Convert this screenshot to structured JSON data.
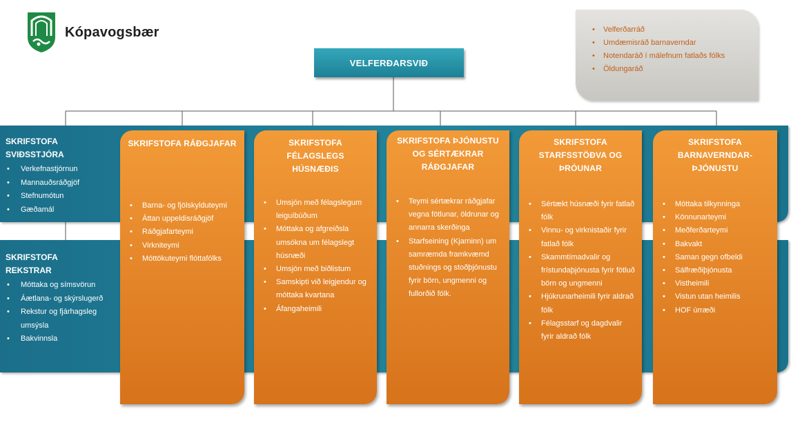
{
  "brand": {
    "name": "Kópavogsbær"
  },
  "councils": {
    "items": [
      "Velferðarráð",
      "Umdæmisráð barnaverndar",
      "Notendaráð í málefnum fatlaðs fólks",
      "Öldungaráð"
    ]
  },
  "top": {
    "label": "VELFERÐARSVIÐ"
  },
  "band1": {
    "title_lines": [
      "SKRIFSTOFA",
      "SVIÐSSTJÓRA"
    ],
    "items": [
      "Verkefnastjórnun",
      "Mannauðsráðgjöf",
      "Stefnumótun",
      "Gæðamál"
    ]
  },
  "band2": {
    "title_lines": [
      "SKRIFSTOFA",
      "REKSTRAR"
    ],
    "items": [
      "Móttaka og símsvörun",
      "Áætlana- og skýrslugerð",
      "Rekstur og fjárhagsleg umsýsla",
      "Bakvinnsla"
    ]
  },
  "columns": [
    {
      "title": "SKRIFSTOFA RÁÐGJAFAR",
      "items": [
        "Barna- og fjölskylduteymi",
        "Áttan uppeldisráðgjöf",
        "Ráðgjafarteymi",
        "Virkniteymi",
        "Móttökuteymi flóttafólks"
      ]
    },
    {
      "title": "SKRIFSTOFA FÉLAGSLEGS HÚSNÆÐIS",
      "items": [
        "Umsjón með félagslegum leiguíbúðum",
        "Móttaka og afgreiðsla umsókna um félagslegt húsnæði",
        "Umsjón með biðlistum",
        "Samskipti við leigjendur og móttaka kvartana",
        "Áfangaheimili"
      ]
    },
    {
      "title": "SKRIFSTOFA ÞJÓNUSTU OG SÉRTÆKRAR RÁÐGJAFAR",
      "items": [
        "Teymi sértækrar ráðgjafar vegna fötlunar, öldrunar og annarra  skerðinga",
        "Starfseining (Kjarninn) um samræmda framkvæmd stuðnings og stoðþjónustu fyrir börn, ungmenni og fullorðið fólk."
      ]
    },
    {
      "title": "SKRIFSTOFA STARFSSTÖÐVA OG ÞRÓUNAR",
      "items": [
        "Sértækt húsnæði fyrir fatlað fólk",
        "Vinnu- og virknistaðir fyrir fatlað fólk",
        "Skammtímadvalir og frístundaþjónusta fyrir fötluð börn og ungmenni",
        "Hjúkrunarheimili fyrir aldrað fólk",
        "Félagsstarf og dagdvalir fyrir aldrað fólk"
      ]
    },
    {
      "title": "SKRIFSTOFA BARNAVERNDAR-ÞJÓNUSTU",
      "items": [
        "Móttaka tilkynninga",
        "Könnunarteymi",
        "Meðferðarteymi",
        "Bakvakt",
        "Saman gegn ofbeldi",
        "Sálfræðiþjónusta",
        "Vistheimili",
        "Vistun utan heimilis",
        "HOF úrræði"
      ]
    }
  ],
  "colors": {
    "teal": "#1f7f97",
    "orange": "#e8882a",
    "council_text": "#c2611a",
    "logo_green": "#1f8a45"
  }
}
